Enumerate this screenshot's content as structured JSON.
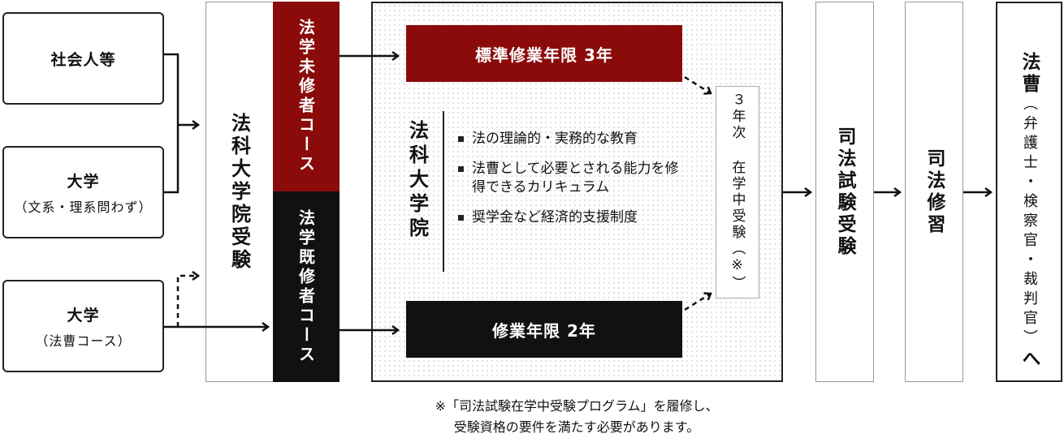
{
  "entries": [
    {
      "line1": "社会人等",
      "line2": ""
    },
    {
      "line1": "大学",
      "line2": "（文系・理系問わず）"
    },
    {
      "line1": "大学",
      "line2": "（法曹コース）"
    }
  ],
  "exam_label": "法科大学院受験",
  "course_mishu": "法学未修者コース",
  "course_kishu": "法学既修者コース",
  "grad_school_title": "法科大学院",
  "track_3yr": "標準修業年限 3年",
  "track_2yr": "修業年限 2年",
  "features": [
    "法の理論的・実務的な教育",
    "法曹として必要とされる能力を修得できるカリキュラム",
    "奨学金など経済的支援制度"
  ],
  "year3_exam": "３年次 在学中受験（※）",
  "bar_exam": "司法試験受験",
  "training": "司法修習",
  "final": {
    "main": "法曹",
    "sub": "（弁護士・検察官・裁判官）",
    "tail": "へ"
  },
  "note_lines": [
    "※「司法試験在学中受験プログラム」を履修し、",
    "受験資格の要件を満たす必要があります。"
  ],
  "colors": {
    "dark_red": "#8b0b0b",
    "black": "#111111",
    "border": "#222222"
  }
}
